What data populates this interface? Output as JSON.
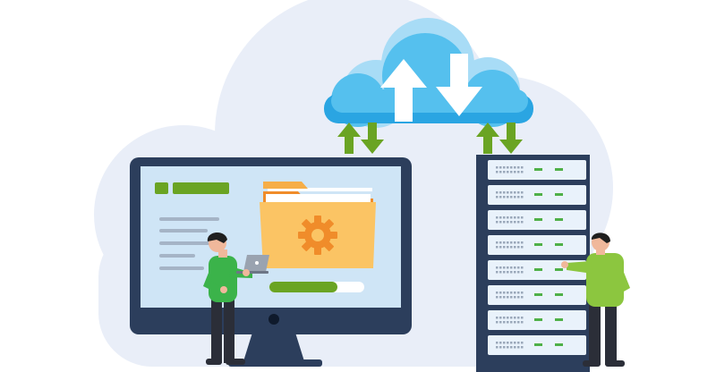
{
  "scene": "cloud-server-file-sync-illustration",
  "colors": {
    "background_cloud": "#e9eef8",
    "cloud_light": "#a8dcf6",
    "cloud_main": "#55c0ee",
    "cloud_dark": "#2aa5e2",
    "arrow_white": "#ffffff",
    "arrow_green": "#6aa423",
    "monitor_frame": "#2c3e5c",
    "monitor_screen": "#cfe5f6",
    "folder_orange": "#f6ae47",
    "folder_light": "#fbc464",
    "gear": "#f08c2a",
    "progress_green": "#6aa423",
    "server_rack": "#2c3e5c",
    "server_unit": "#e9f2fb",
    "led_green": "#4fb048",
    "shirt_green": "#3bb34a",
    "shirt_lime": "#8cc63f",
    "pants_dark": "#2b2e38",
    "skin": "#f0b89b",
    "hair": "#1f1f1f"
  },
  "icons": [
    "cloud-icon",
    "upload-arrow-icon",
    "download-arrow-icon",
    "folder-icon",
    "gear-icon",
    "laptop-icon"
  ],
  "progress": {
    "upload_fraction": 0.72
  },
  "server": {
    "unit_count": 8
  }
}
